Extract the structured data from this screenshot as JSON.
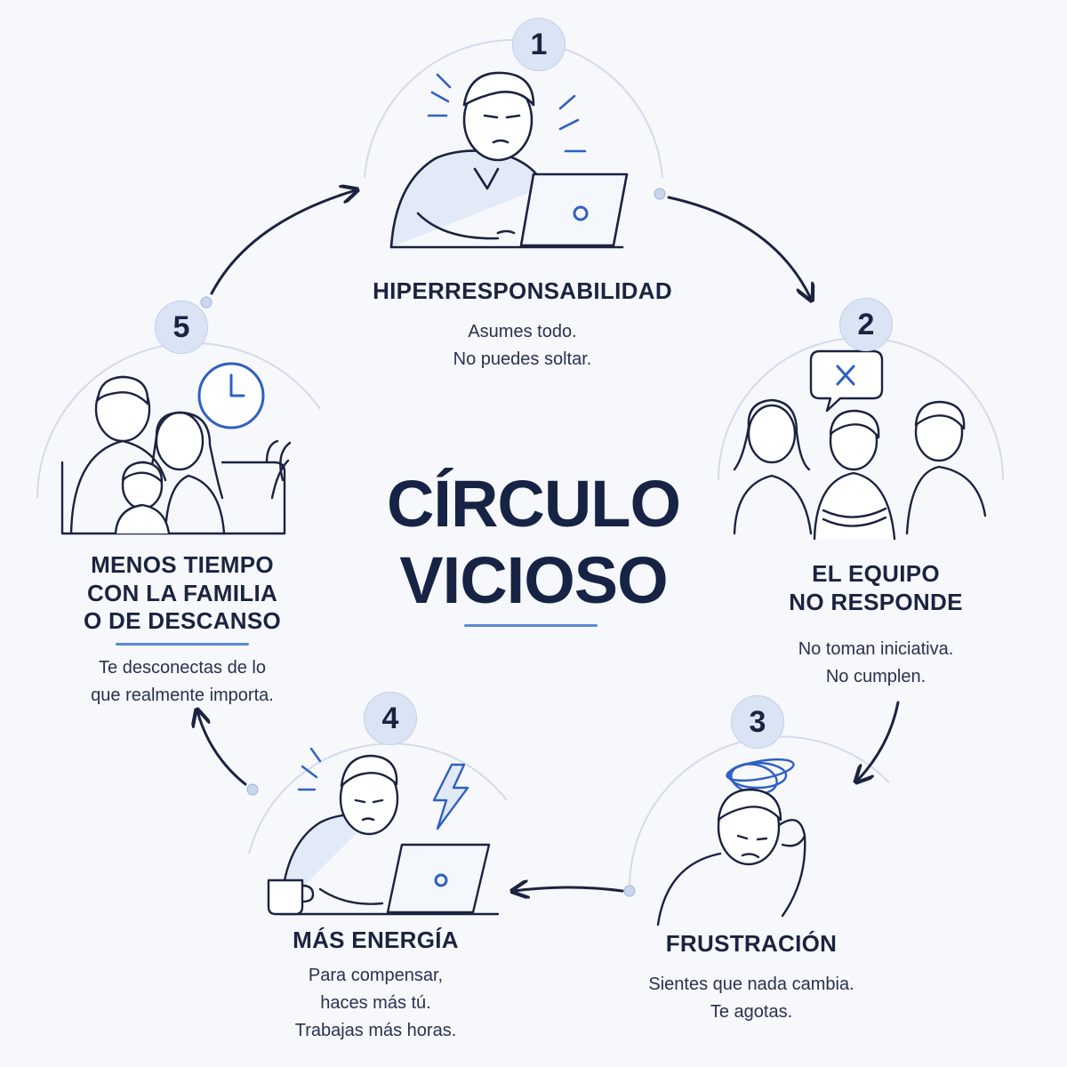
{
  "title": {
    "line1": "CÍRCULO",
    "line2": "VICIOSO"
  },
  "steps": [
    {
      "number": "1",
      "title_lines": [
        "HIPERRESPONSABILIDAD"
      ],
      "desc_lines": [
        "Asumes todo.",
        "No puedes soltar."
      ]
    },
    {
      "number": "2",
      "title_lines": [
        "EL EQUIPO",
        "NO RESPONDE"
      ],
      "desc_lines": [
        "No toman iniciativa.",
        "No cumplen."
      ]
    },
    {
      "number": "3",
      "title_lines": [
        "FRUSTRACIÓN"
      ],
      "desc_lines": [
        "Sientes que nada cambia.",
        "Te agotas."
      ]
    },
    {
      "number": "4",
      "title_lines": [
        "MÁS ENERGÍA"
      ],
      "desc_lines": [
        "Para compensar,",
        "haces más tú.",
        "Trabajas más horas."
      ]
    },
    {
      "number": "5",
      "title_lines": [
        "MENOS TIEMPO",
        "CON LA FAMILIA",
        "O DE DESCANSO"
      ],
      "desc_lines": [
        "Te desconectas de lo",
        "que realmente importa."
      ]
    }
  ],
  "colors": {
    "ink": "#1b2340",
    "accent": "#2f5fc4",
    "badge": "#dbe4f5",
    "outline": "#cfd8ea"
  }
}
